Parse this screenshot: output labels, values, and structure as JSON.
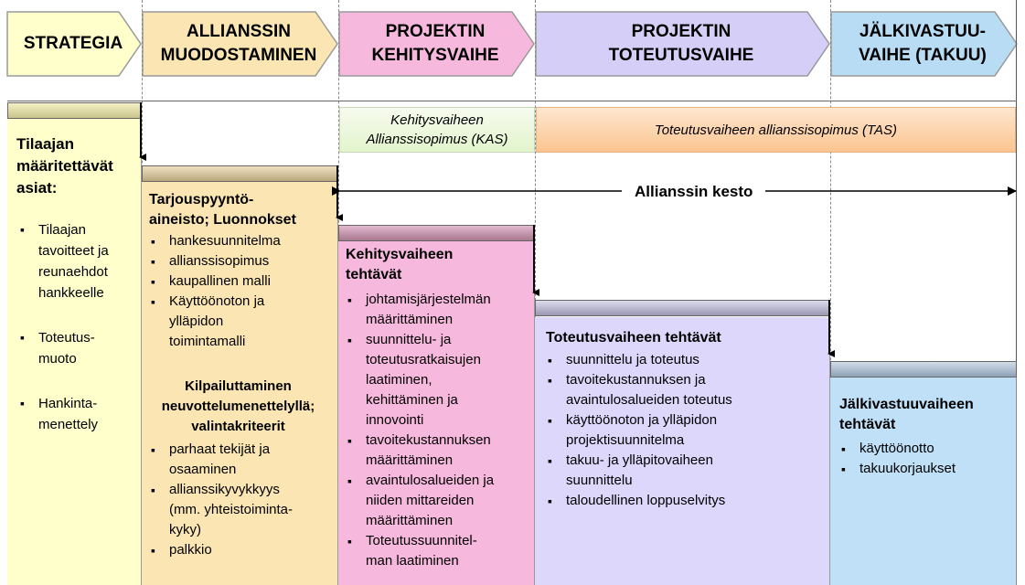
{
  "phases": [
    {
      "label": "STRATEGIA",
      "color": "#ffffcc"
    },
    {
      "label": "ALLIANSSIN\nMUODOSTAMINEN",
      "color": "#fbe6b3"
    },
    {
      "label": "PROJEKTIN\nKEHITYSVAIHE",
      "color": "#f6b8dc"
    },
    {
      "label": "PROJEKTIN\nTOTEUTUSVAIHE",
      "color": "#d5cff7"
    },
    {
      "label": "JÄLKIVASTUU-\nVAIHE (TAKUU)",
      "color": "#b7dcf4"
    }
  ],
  "contracts": {
    "kas": "Kehitysvaiheen\nAllianssisopimus (KAS)",
    "tas": "Toteutusvaiheen allianssisopimus (TAS)"
  },
  "duration_label": "Allianssin kesto",
  "strategy": {
    "title": "Tilaajan\nmääritettävät\nasiat:",
    "items": [
      "Tilaajan\ntavoitteet ja\nreunaehdot\nhankkeelle",
      "Toteutus-\nmuoto",
      "Hankinta-\nmenettely"
    ]
  },
  "formation": {
    "title": "Tarjouspyyntö-\naineisto; Luonnokset",
    "items": [
      "hankesuunnitelma",
      "allianssisopimus",
      "kaupallinen malli",
      "Käyttöönoton ja\nylläpidon\ntoimintamalli"
    ],
    "subtitle": "Kilpailuttaminen\nneuvottelumenettelyllä;\nvalintakriteerit",
    "sub_items": [
      "parhaat tekijät ja\nosaaminen",
      "allianssikyvykkyys\n(mm. yhteistoiminta-\nkyky)",
      "palkkio"
    ]
  },
  "development": {
    "title": "Kehitysvaiheen\ntehtävät",
    "items": [
      "johtamisjärjestelmän\nmäärittäminen",
      "suunnittelu- ja\ntoteutusratkaisujen\nlaatiminen,\nkehittäminen ja\ninnovointi",
      "tavoitekustannuksen\nmäärittäminen",
      "avaintulosalueiden ja\nniiden mittareiden\nmäärittäminen",
      "Toteutussuunnitel-\nman laatiminen"
    ]
  },
  "implementation": {
    "title": "Toteutusvaiheen tehtävät",
    "items": [
      "suunnittelu ja toteutus",
      "tavoitekustannuksen ja\navaintulosalueiden toteutus",
      "käyttöönoton ja ylläpidon\nprojektisuunnitelma",
      "takuu- ja ylläpitovaiheen\nsuunnittelu",
      "taloudellinen loppuselvitys"
    ]
  },
  "warranty": {
    "title": "Jälkivastuuvaiheen\ntehtävät",
    "items": [
      "käyttöönotto",
      "takuukorjaukset"
    ]
  },
  "colors": {
    "strategy_bg": "#ffffcc",
    "formation_bg": "#fbe6b3",
    "development_bg": "#f6b8dc",
    "implementation_bg": "#dcd7fb",
    "warranty_bg": "#bfe0f7",
    "kas_bg": "#eaf7d8",
    "tas_bg": "#fdd2a8"
  }
}
